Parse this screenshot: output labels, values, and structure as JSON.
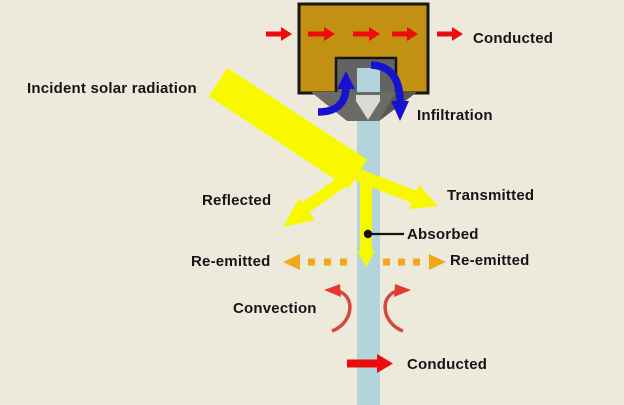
{
  "labels": {
    "conducted_top": "Conducted",
    "incident": "Incident solar radiation",
    "infiltration": "Infiltration",
    "reflected": "Reflected",
    "transmitted": "Transmitted",
    "absorbed": "Absorbed",
    "reemitted_left": "Re-emitted",
    "reemitted_right": "Re-emitted",
    "convection": "Convection",
    "conducted_bottom": "Conducted"
  },
  "colors": {
    "background": "#edeadc",
    "frame_gold": "#c29111",
    "frame_outline": "#161616",
    "metal_gray": "#6b6b66",
    "metal_gray_dark": "#58584f",
    "metal_highlight": "#dadbd3",
    "glass_blue": "#b2d4da",
    "conduction_red": "#ee0b0b",
    "infiltration_blue": "#1612cf",
    "solar_yellow": "#f8f800",
    "reemit_orange": "#f3a71b",
    "convection_red": "#d4483f",
    "text": "#151515"
  }
}
